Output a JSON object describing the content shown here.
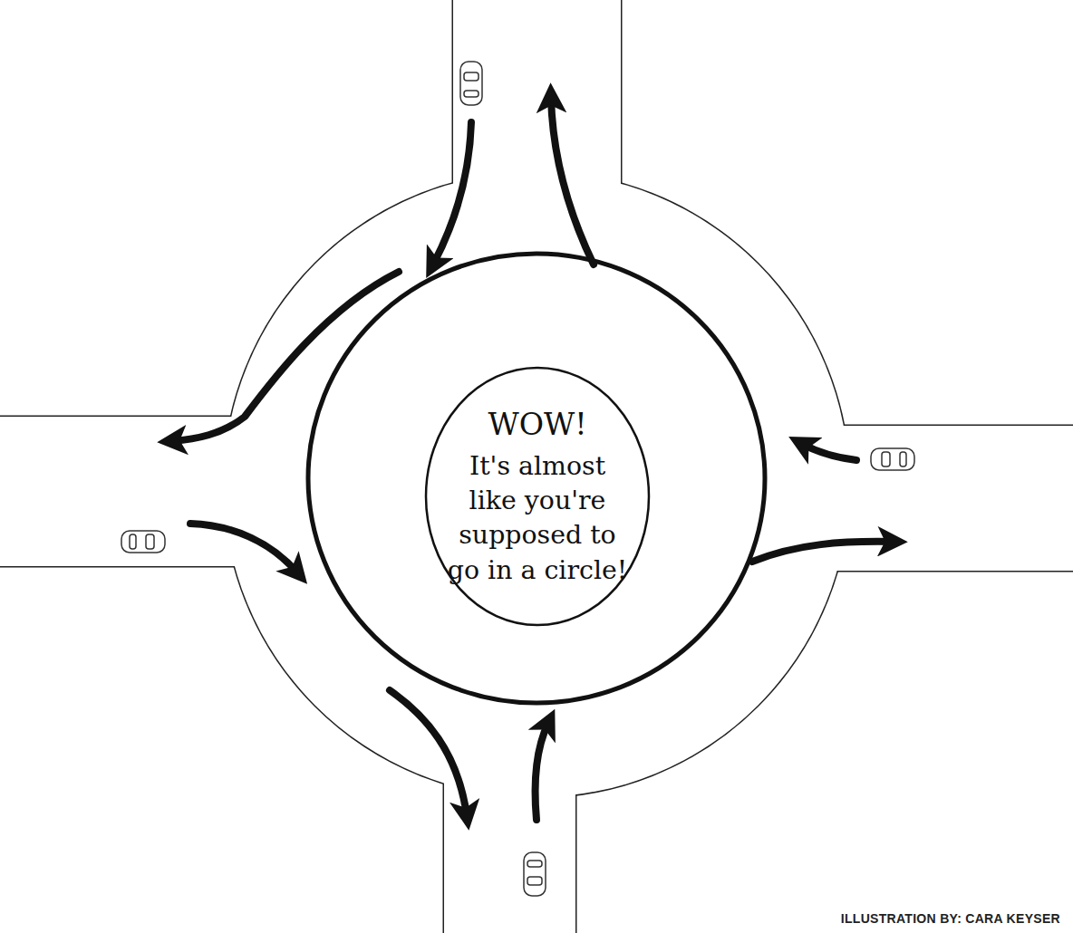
{
  "diagram": {
    "caption": "ILLUSTRATION BY: CARA KEYSER",
    "nodes": [
      {
        "text": [
          "WOW!",
          "It's almost like you're supposed to go in a circle!"
        ]
      }
    ]
  }
}
